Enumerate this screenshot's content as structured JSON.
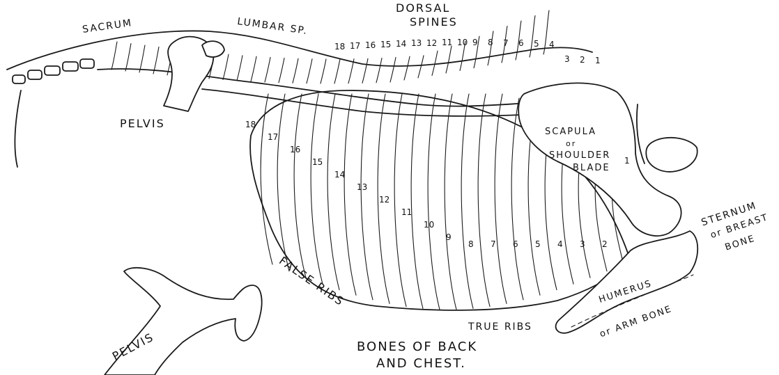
{
  "labels": {
    "sacrum": "SACRUM",
    "lumbar": "LUMBAR SP.",
    "dorsal": "DORSAL",
    "spines": "SPINES",
    "pelvis_top": "PELVIS",
    "pelvis_bottom": "PELVIS",
    "scapula_1": "SCAPULA",
    "scapula_2": "or",
    "scapula_3": "SHOULDER",
    "scapula_4": "BLADE",
    "sternum_1": "STERNUM",
    "sternum_2": "or BREAST",
    "sternum_3": "BONE",
    "humerus": "HUMERUS",
    "arm_bone": "or ARM BONE",
    "false_ribs": "FALSE RIBS",
    "true_ribs": "TRUE RIBS",
    "title_1": "BONES OF BACK",
    "title_2": "AND CHEST."
  },
  "spine_numbers": [
    "18",
    "17",
    "16",
    "15",
    "14",
    "13",
    "12",
    "11",
    "10",
    "9",
    "8",
    "7",
    "6",
    "5",
    "4",
    "3",
    "2",
    "1"
  ],
  "rib_numbers": [
    "18",
    "17",
    "16",
    "15",
    "14",
    "13",
    "12",
    "11",
    "10",
    "9",
    "8",
    "7",
    "6",
    "5",
    "4",
    "3",
    "2",
    "1"
  ]
}
